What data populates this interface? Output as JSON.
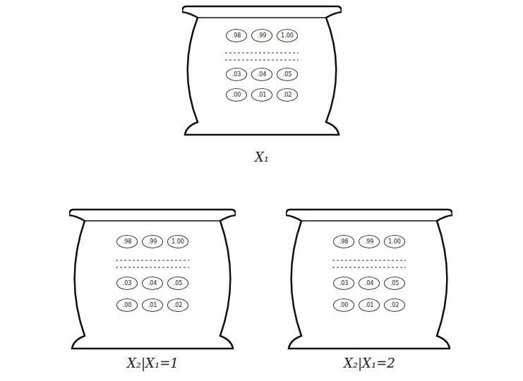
{
  "diagram": {
    "nodes": [
      {
        "text": [
          "X₁"
        ]
      },
      {
        "text": [
          ".98"
        ],
        "in": 0
      },
      {
        "text": [
          ".99"
        ],
        "in": 0
      },
      {
        "text": [
          "1.00"
        ],
        "in": 0
      },
      {
        "text": [
          ".03"
        ],
        "in": 0
      },
      {
        "text": [
          ".04"
        ],
        "in": 0
      },
      {
        "text": [
          ".05"
        ],
        "in": 0
      },
      {
        "text": [
          ".00"
        ],
        "in": 0
      },
      {
        "text": [
          ".01"
        ],
        "in": 0
      },
      {
        "text": [
          ".02"
        ],
        "in": 0
      },
      {
        "text": [
          "X₂|X₁=1"
        ]
      },
      {
        "text": [
          ".98"
        ],
        "in": 10
      },
      {
        "text": [
          ".99"
        ],
        "in": 10
      },
      {
        "text": [
          "1.00"
        ],
        "in": 10
      },
      {
        "text": [
          ".03"
        ],
        "in": 10
      },
      {
        "text": [
          ".04"
        ],
        "in": 10
      },
      {
        "text": [
          ".05"
        ],
        "in": 10
      },
      {
        "text": [
          ".00"
        ],
        "in": 10
      },
      {
        "text": [
          ".01"
        ],
        "in": 10
      },
      {
        "text": [
          ".02"
        ],
        "in": 10
      },
      {
        "text": [
          "X₂|X₁=2"
        ]
      },
      {
        "text": [
          ".98"
        ],
        "in": 20
      },
      {
        "text": [
          ".99"
        ],
        "in": 20
      },
      {
        "text": [
          "1.00"
        ],
        "in": 20
      },
      {
        "text": [
          ".03"
        ],
        "in": 20
      },
      {
        "text": [
          ".04"
        ],
        "in": 20
      },
      {
        "text": [
          ".05"
        ],
        "in": 20
      },
      {
        "text": [
          ".00"
        ],
        "in": 20
      },
      {
        "text": [
          ".01"
        ],
        "in": 20
      },
      {
        "text": [
          ".02"
        ],
        "in": 20
      }
    ]
  }
}
